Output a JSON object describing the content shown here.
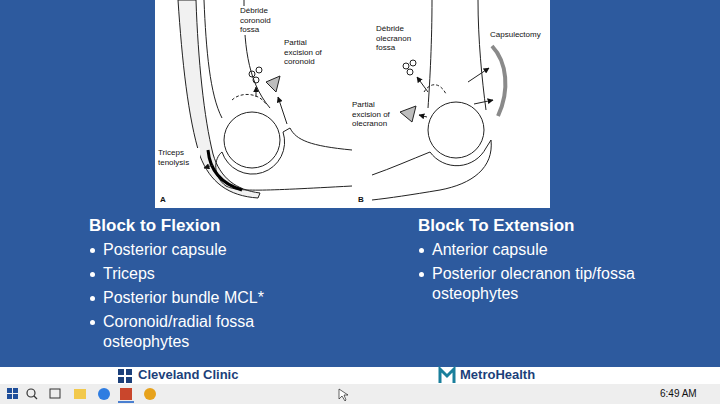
{
  "diagram": {
    "labels": [
      "Débride coronoid fossa",
      "Partial excision of coronoid",
      "Triceps tenolysis",
      "A",
      "Débride olecranon fossa",
      "Partial excision of olecranon",
      "Capsulectomy",
      "B",
      "Block to Flexion",
      "Posterior capsule",
      "Triceps",
      "Posterior bundle MCL*",
      "Coronoid/radial fossa osteophytes",
      "Block To Extension",
      "Anterior capsule",
      "Posterior olecranon tip/fossa osteophytes",
      "Cleveland Clinic",
      "MetroHealth",
      "6:49 AM"
    ]
  }
}
